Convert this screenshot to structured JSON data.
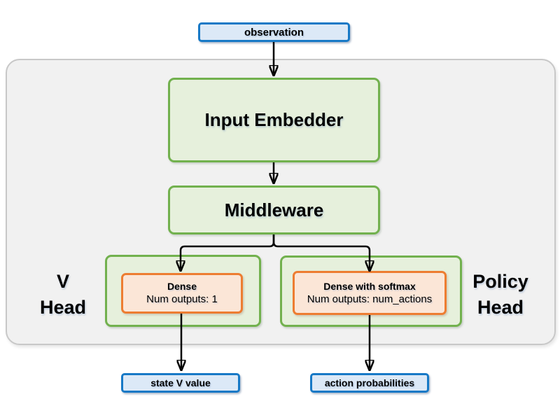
{
  "diagram": {
    "nodes": {
      "observation": "observation",
      "input_embedder": "Input Embedder",
      "middleware": "Middleware",
      "v_head": {
        "line1": "V",
        "line2": "Head"
      },
      "v_dense": {
        "title": "Dense",
        "subtitle": "Num outputs: 1"
      },
      "policy_head": {
        "line1": "Policy",
        "line2": "Head"
      },
      "policy_dense": {
        "title": "Dense with softmax",
        "subtitle": "Num outputs: num_actions"
      },
      "state_v_value": "state V value",
      "action_probabilities": "action probabilities"
    },
    "edges": [
      {
        "from": "observation",
        "to": "input_embedder"
      },
      {
        "from": "input_embedder",
        "to": "middleware"
      },
      {
        "from": "middleware",
        "to": "v_dense"
      },
      {
        "from": "middleware",
        "to": "policy_dense"
      },
      {
        "from": "v_dense",
        "to": "state_v_value"
      },
      {
        "from": "policy_dense",
        "to": "action_probabilities"
      }
    ],
    "colors": {
      "blue_border": "#1779c6",
      "blue_fill": "#dce9f7",
      "green_border": "#72b14e",
      "green_fill": "#e6f0dc",
      "orange_border": "#ed7d31",
      "orange_fill": "#fbe6d7",
      "container_fill": "#f1f1f1",
      "container_border": "#c8c8c8",
      "arrow": "#000000"
    }
  }
}
